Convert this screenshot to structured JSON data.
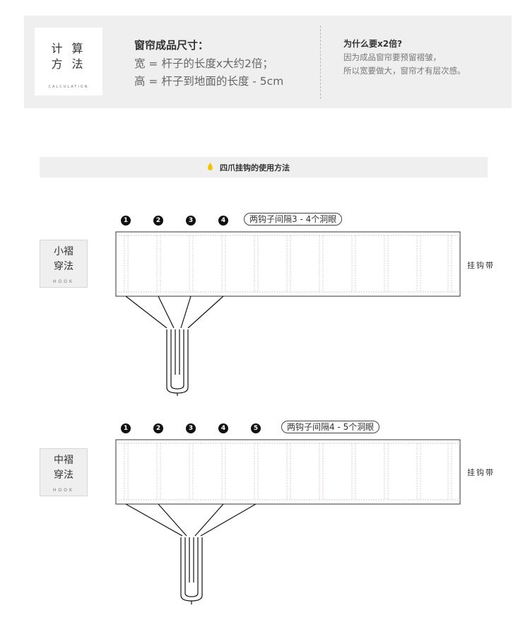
{
  "calc": {
    "card_title_1": "计 算",
    "card_title_2": "方 法",
    "card_sub": "CALCULATION",
    "heading": "窗帘成品尺寸：",
    "line1": "宽 = 杆子的长度x大约2倍；",
    "line2": "高 = 杆子到地面的长度 - 5cm",
    "why_heading": "为什么要x2倍?",
    "why_line1": "因为成品窗帘要预留褶皱，",
    "why_line2": "所以宽要做大，窗帘才有层次感。"
  },
  "section": {
    "title": "四爪挂钩的使用方法",
    "accent_color": "#f2c200"
  },
  "methods": [
    {
      "label_1": "小褶",
      "label_2": "穿法",
      "label_sub": "HOOK",
      "badges": [
        "1",
        "2",
        "3",
        "4"
      ],
      "spacing_note": "两钩子间隔3 - 4个洞眼",
      "band_label": "挂钩带"
    },
    {
      "label_1": "中褶",
      "label_2": "穿法",
      "label_sub": "HOOK",
      "badges": [
        "1",
        "2",
        "3",
        "4",
        "5"
      ],
      "spacing_note": "两钩子间隔4 - 5个洞眼",
      "band_label": "挂钩带"
    }
  ]
}
